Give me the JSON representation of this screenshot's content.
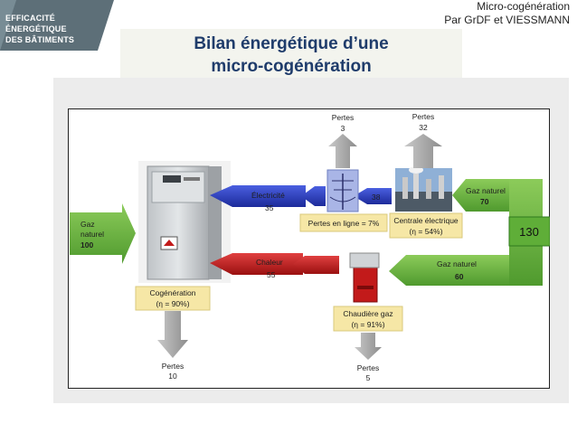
{
  "header": {
    "logo_lines": [
      "EFFICACITÉ",
      "ÉNERGÉTIQUE",
      "DES BÂTIMENTS"
    ],
    "subtitle_line1": "Micro-cogénération",
    "subtitle_line2": "Par GrDF et VIESSMANN",
    "title_line1": "Bilan énergétique d’une",
    "title_line2": "micro-cogénération"
  },
  "diagram": {
    "gaz_in": {
      "l1": "Gaz",
      "l2": "naturel",
      "value": "100"
    },
    "cogeneration": {
      "label": "Cogénération",
      "efficiency": "(η = 90%)"
    },
    "electricite": {
      "label": "Électricité",
      "value": "35"
    },
    "chaleur": {
      "label": "Chaleur",
      "value": "55"
    },
    "pertes_cogen": {
      "label": "Pertes",
      "value": "10"
    },
    "pertes_ligne": {
      "label": "Pertes",
      "value": "3",
      "box": "Pertes en ligne = 7%"
    },
    "flow_38": "38",
    "centrale": {
      "label": "Centrale électrique",
      "efficiency": "(η = 54%)"
    },
    "pertes_centrale": {
      "label": "Pertes",
      "value": "32"
    },
    "gaz_70": {
      "label": "Gaz naturel",
      "value": "70"
    },
    "total": "130",
    "gaz_60": {
      "label": "Gaz naturel",
      "value": "60"
    },
    "chaudiere": {
      "label": "Chaudière gaz",
      "efficiency": "(η = 91%)"
    },
    "pertes_chaudiere": {
      "label": "Pertes",
      "value": "5"
    }
  },
  "colors": {
    "green": "#6fb73f",
    "dark_green": "#2f8a2c",
    "blue": "#2b3fc2",
    "red": "#c21a1a",
    "gray_arrow": "#9a9a9a",
    "label_box": "#f6e7a6",
    "title": "#1f3c6b"
  }
}
